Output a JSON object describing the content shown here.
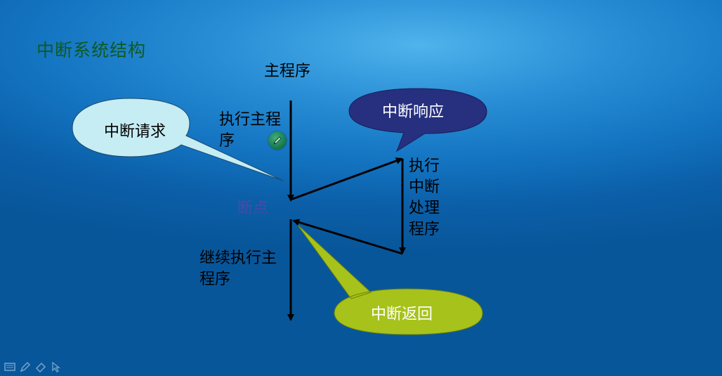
{
  "slide": {
    "title": "中断系统结构"
  },
  "diagram": {
    "main_program_label": "主程序",
    "exec_main_label": "执行主程序",
    "breakpoint_label": "断点",
    "exec_isr_label": "执行中断处理程序",
    "continue_main_label": "继续执行主程序",
    "callouts": {
      "request": "中断请求",
      "response": "中断响应",
      "return": "中断返回"
    },
    "colors": {
      "request_callout": "#c6ecf4",
      "response_callout": "#26307f",
      "return_callout": "#a7c21a",
      "title": "#0f5a1e",
      "breakpoint": "#4a4aa8"
    }
  },
  "toolbar": {
    "icons": [
      "slide-menu-icon",
      "pen-icon",
      "eraser-icon",
      "pointer-icon"
    ]
  }
}
